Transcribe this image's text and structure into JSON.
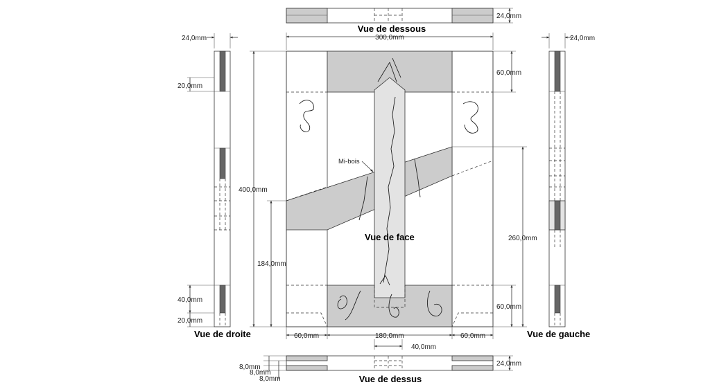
{
  "views": {
    "dessous": "Vue de dessous",
    "face": "Vue de face",
    "droite": "Vue de droite",
    "gauche": "Vue de gauche",
    "dessus": "Vue de dessus"
  },
  "annotation": "Mi-bois",
  "dimensions": {
    "bottom_thickness": "24,0mm",
    "total_width": "300,0mm",
    "total_height": "400,0mm",
    "top_rail": "60,0mm",
    "bottom_rail": "60,0mm",
    "brace_height": "260,0mm",
    "brace_low": "184,0mm",
    "stile_left": "60,0mm",
    "middle": "180,0mm",
    "stile_right": "60,0mm",
    "tenon_width": "40,0mm",
    "top_thickness": "24,0mm",
    "top_8a": "8,0mm",
    "top_8b": "8,0mm",
    "top_8c": "8,0mm",
    "right_thickness": "24,0mm",
    "right_20a": "20,0mm",
    "right_40": "40,0mm",
    "right_20b": "20,0mm",
    "left_thickness": "24,0mm"
  }
}
